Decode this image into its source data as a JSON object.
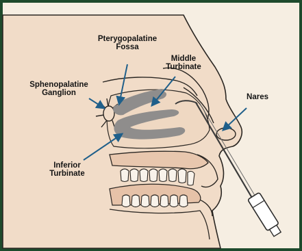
{
  "colors": {
    "frame": "#1e4a2c",
    "background": "#f6eee2",
    "skin": "#f1dcc8",
    "tissue": "#efd8c2",
    "outline": "#2a2622",
    "turbinate": "#8f8d8c",
    "arrow": "#1f5f8a",
    "instrument": "#3a3a3a"
  },
  "labels": {
    "pterygopalatine_fossa": [
      "Pterygopalatine",
      "Fossa"
    ],
    "middle_turbinate": [
      "Middle",
      "Turbinate"
    ],
    "sphenopalatine_ganglion": [
      "Sphenopalatine",
      "Ganglion"
    ],
    "nares": [
      "Nares"
    ],
    "inferior_turbinate": [
      "Inferior",
      "Turbinate"
    ]
  }
}
